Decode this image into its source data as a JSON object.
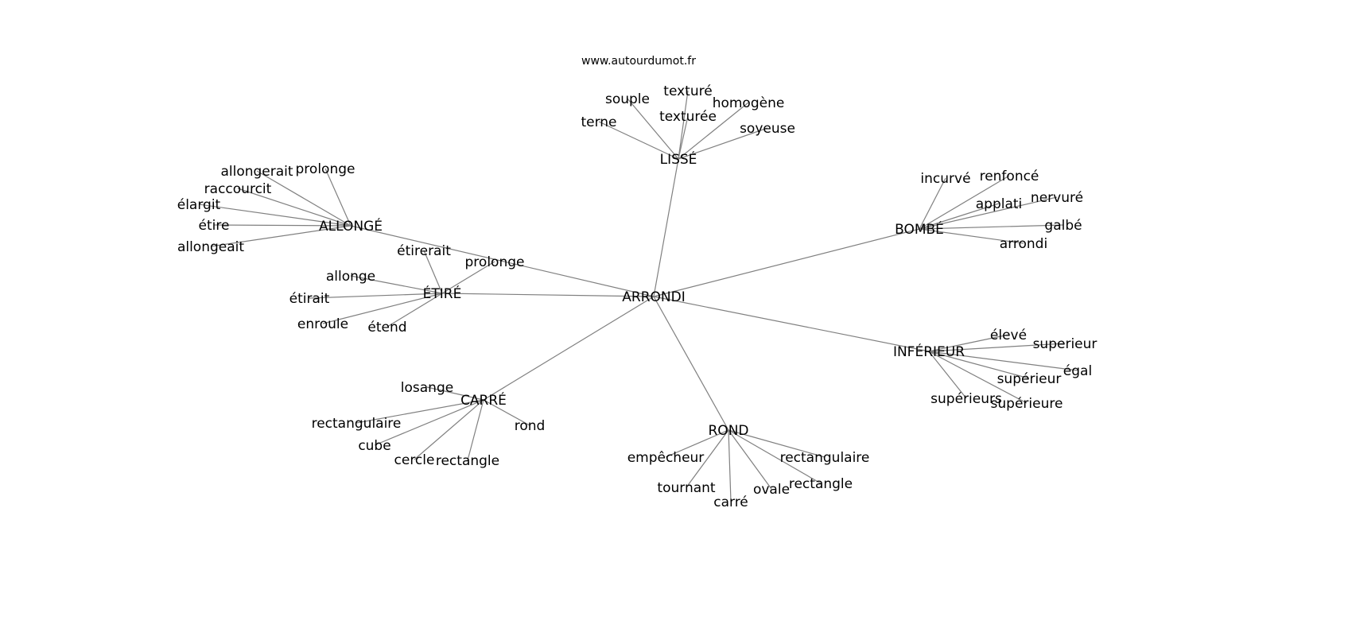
{
  "title": "www.autourdumot.fr",
  "edge_color": "#808080",
  "nodes": [
    {
      "id": "arrondi_c",
      "label": "ARRONDI"
    },
    {
      "id": "lisse",
      "label": "LISSÉ"
    },
    {
      "id": "terne",
      "label": "terne"
    },
    {
      "id": "souple",
      "label": "souple"
    },
    {
      "id": "texture",
      "label": "texturé"
    },
    {
      "id": "texturee",
      "label": "texturée"
    },
    {
      "id": "homogene",
      "label": "homogène"
    },
    {
      "id": "soyeuse",
      "label": "soyeuse"
    },
    {
      "id": "allonge_c",
      "label": "ALLONGÉ"
    },
    {
      "id": "allongerait",
      "label": "allongerait"
    },
    {
      "id": "prolonge1",
      "label": "prolonge"
    },
    {
      "id": "raccourcit",
      "label": "raccourcit"
    },
    {
      "id": "elargit",
      "label": "élargit"
    },
    {
      "id": "etire",
      "label": "étire"
    },
    {
      "id": "allongeait",
      "label": "allongeait"
    },
    {
      "id": "etire_c",
      "label": "ÉTIRÉ"
    },
    {
      "id": "etirerait",
      "label": "étirerait"
    },
    {
      "id": "prolonge2",
      "label": "prolonge"
    },
    {
      "id": "allonge",
      "label": "allonge"
    },
    {
      "id": "etirait",
      "label": "étirait"
    },
    {
      "id": "enroule",
      "label": "enroule"
    },
    {
      "id": "etend",
      "label": "étend"
    },
    {
      "id": "bombe",
      "label": "BOMBÉ"
    },
    {
      "id": "incurve",
      "label": "incurvé"
    },
    {
      "id": "renfonce",
      "label": "renfoncé"
    },
    {
      "id": "applati",
      "label": "applati"
    },
    {
      "id": "nervure",
      "label": "nervuré"
    },
    {
      "id": "galbe",
      "label": "galbé"
    },
    {
      "id": "arrondi",
      "label": "arrondi"
    },
    {
      "id": "inferieur",
      "label": "INFÉRIEUR"
    },
    {
      "id": "eleve",
      "label": "élevé"
    },
    {
      "id": "superieur1",
      "label": "superieur"
    },
    {
      "id": "egal",
      "label": "égal"
    },
    {
      "id": "superieur2",
      "label": "supérieur"
    },
    {
      "id": "superieure",
      "label": "supérieure"
    },
    {
      "id": "superieurs",
      "label": "supérieurs"
    },
    {
      "id": "carre_c",
      "label": "CARRÉ"
    },
    {
      "id": "losange",
      "label": "losange"
    },
    {
      "id": "rectangulaire1",
      "label": "rectangulaire"
    },
    {
      "id": "cube",
      "label": "cube"
    },
    {
      "id": "cercle",
      "label": "cercle"
    },
    {
      "id": "rectangle1",
      "label": "rectangle"
    },
    {
      "id": "rond",
      "label": "rond"
    },
    {
      "id": "rond_c",
      "label": "ROND"
    },
    {
      "id": "empecheur",
      "label": "empêcheur"
    },
    {
      "id": "tournant",
      "label": "tournant"
    },
    {
      "id": "carre",
      "label": "carré"
    },
    {
      "id": "ovale",
      "label": "ovale"
    },
    {
      "id": "rectangulaire2",
      "label": "rectangulaire"
    },
    {
      "id": "rectangle2",
      "label": "rectangle"
    }
  ],
  "edges": [
    [
      "arrondi_c",
      "lisse"
    ],
    [
      "arrondi_c",
      "allonge_c"
    ],
    [
      "arrondi_c",
      "etire_c"
    ],
    [
      "arrondi_c",
      "bombe"
    ],
    [
      "arrondi_c",
      "inferieur"
    ],
    [
      "arrondi_c",
      "carre_c"
    ],
    [
      "arrondi_c",
      "rond_c"
    ],
    [
      "lisse",
      "terne"
    ],
    [
      "lisse",
      "souple"
    ],
    [
      "lisse",
      "texture"
    ],
    [
      "lisse",
      "texturee"
    ],
    [
      "lisse",
      "homogene"
    ],
    [
      "lisse",
      "soyeuse"
    ],
    [
      "allonge_c",
      "allongerait"
    ],
    [
      "allonge_c",
      "prolonge1"
    ],
    [
      "allonge_c",
      "raccourcit"
    ],
    [
      "allonge_c",
      "elargit"
    ],
    [
      "allonge_c",
      "etire"
    ],
    [
      "allonge_c",
      "allongeait"
    ],
    [
      "etire_c",
      "etirerait"
    ],
    [
      "etire_c",
      "prolonge2"
    ],
    [
      "etire_c",
      "allonge"
    ],
    [
      "etire_c",
      "etirait"
    ],
    [
      "etire_c",
      "enroule"
    ],
    [
      "etire_c",
      "etend"
    ],
    [
      "bombe",
      "incurve"
    ],
    [
      "bombe",
      "renfonce"
    ],
    [
      "bombe",
      "applati"
    ],
    [
      "bombe",
      "nervure"
    ],
    [
      "bombe",
      "galbe"
    ],
    [
      "bombe",
      "arrondi"
    ],
    [
      "inferieur",
      "eleve"
    ],
    [
      "inferieur",
      "superieur1"
    ],
    [
      "inferieur",
      "egal"
    ],
    [
      "inferieur",
      "superieur2"
    ],
    [
      "inferieur",
      "superieure"
    ],
    [
      "inferieur",
      "superieurs"
    ],
    [
      "carre_c",
      "losange"
    ],
    [
      "carre_c",
      "rectangulaire1"
    ],
    [
      "carre_c",
      "cube"
    ],
    [
      "carre_c",
      "cercle"
    ],
    [
      "carre_c",
      "rectangle1"
    ],
    [
      "carre_c",
      "rond"
    ],
    [
      "rond_c",
      "empecheur"
    ],
    [
      "rond_c",
      "tournant"
    ],
    [
      "rond_c",
      "carre"
    ],
    [
      "rond_c",
      "ovale"
    ],
    [
      "rond_c",
      "rectangulaire2"
    ],
    [
      "rond_c",
      "rectangle2"
    ]
  ]
}
